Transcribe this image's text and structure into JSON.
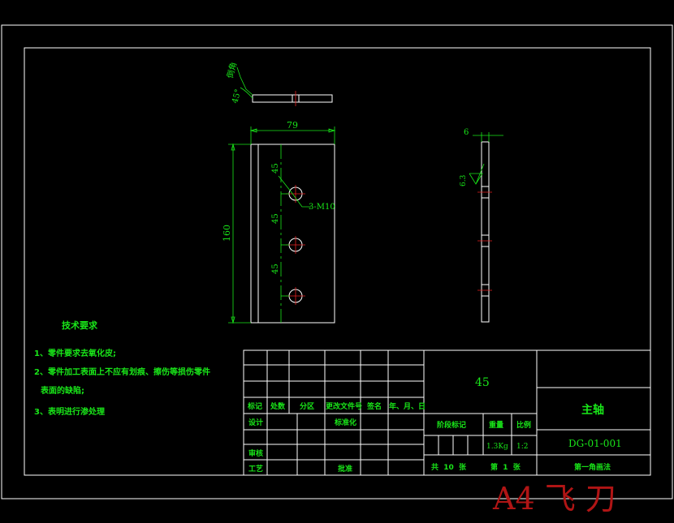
{
  "drawing": {
    "dimensions": {
      "chamfer": "45°",
      "chamfer_len": "倒角",
      "width": "79",
      "height": "160",
      "thickness": "6",
      "spacing_top": "45",
      "spacing_mid": "45",
      "spacing_bot": "45",
      "holes": "3-M10",
      "roughness": "6.3"
    },
    "tech": {
      "title": "技术要求",
      "req1": "1、零件要求去氧化皮;",
      "req2": "2、零件加工表面上不应有划痕、擦伤等损伤零件",
      "req2b": "表面的缺陷;",
      "req3": "3、表明进行渗处理"
    },
    "title_block": {
      "col_mark": "标记",
      "col_count": "处数",
      "col_zone": "分区",
      "col_docno": "更改文件号",
      "col_sign": "签名",
      "col_date": "年、月、日",
      "design": "设计",
      "std": "标准化",
      "review": "审核",
      "process": "工艺",
      "approve": "批准",
      "material": "45",
      "stage_mark": "阶段标记",
      "weight_label": "重量",
      "scale_label": "比例",
      "weight": "1.3Kg",
      "scale": "1:2",
      "total_sheets": "共  10  张",
      "sheet_no": "第  1  张",
      "part_name": "主轴",
      "drawing_no": "DG-01-001",
      "projection": "第一角画法"
    },
    "watermark": "A4 飞 刀"
  }
}
